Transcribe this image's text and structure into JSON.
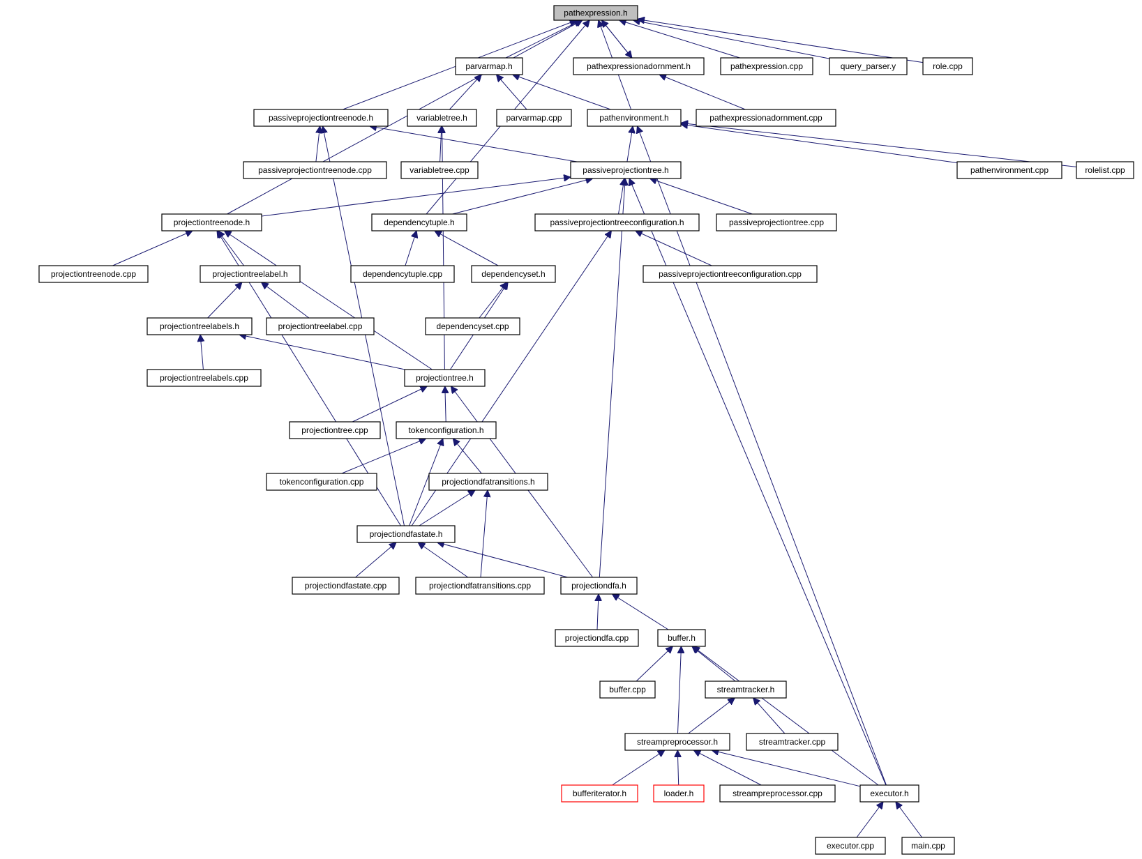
{
  "title": "",
  "colors": {
    "edge": "#191970",
    "root_fill": "#bfbfbf",
    "node_border": "#000000",
    "incomplete_border": "#ff0000"
  },
  "nodes": [
    {
      "id": "pathexpression_h",
      "label": "pathexpression.h",
      "style": "root"
    },
    {
      "id": "parvarmap_h",
      "label": "parvarmap.h"
    },
    {
      "id": "pathexpressionadornment_h",
      "label": "pathexpressionadornment.h"
    },
    {
      "id": "pathexpression_cpp",
      "label": "pathexpression.cpp"
    },
    {
      "id": "query_parser_y",
      "label": "query_parser.y"
    },
    {
      "id": "role_cpp",
      "label": "role.cpp"
    },
    {
      "id": "passiveprojectiontreenode_h",
      "label": "passiveprojectiontreenode.h"
    },
    {
      "id": "variabletree_h",
      "label": "variabletree.h"
    },
    {
      "id": "parvarmap_cpp",
      "label": "parvarmap.cpp"
    },
    {
      "id": "pathenvironment_h",
      "label": "pathenvironment.h"
    },
    {
      "id": "pathexpressionadornment_cpp",
      "label": "pathexpressionadornment.cpp"
    },
    {
      "id": "passiveprojectiontreenode_cpp",
      "label": "passiveprojectiontreenode.cpp"
    },
    {
      "id": "variabletree_cpp",
      "label": "variabletree.cpp"
    },
    {
      "id": "passiveprojectiontree_h",
      "label": "passiveprojectiontree.h"
    },
    {
      "id": "pathenvironment_cpp",
      "label": "pathenvironment.cpp"
    },
    {
      "id": "rolelist_cpp",
      "label": "rolelist.cpp"
    },
    {
      "id": "projectiontreenode_h",
      "label": "projectiontreenode.h"
    },
    {
      "id": "dependencytuple_h",
      "label": "dependencytuple.h"
    },
    {
      "id": "passiveprojectiontreeconfiguration_h",
      "label": "passiveprojectiontreeconfiguration.h"
    },
    {
      "id": "passiveprojectiontree_cpp",
      "label": "passiveprojectiontree.cpp"
    },
    {
      "id": "projectiontreenode_cpp",
      "label": "projectiontreenode.cpp"
    },
    {
      "id": "projectiontreelabel_h",
      "label": "projectiontreelabel.h"
    },
    {
      "id": "dependencytuple_cpp",
      "label": "dependencytuple.cpp"
    },
    {
      "id": "dependencyset_h",
      "label": "dependencyset.h"
    },
    {
      "id": "passiveprojectiontreeconfiguration_cpp",
      "label": "passiveprojectiontreeconfiguration.cpp"
    },
    {
      "id": "projectiontreelabels_h",
      "label": "projectiontreelabels.h"
    },
    {
      "id": "projectiontreelabel_cpp",
      "label": "projectiontreelabel.cpp"
    },
    {
      "id": "dependencyset_cpp",
      "label": "dependencyset.cpp"
    },
    {
      "id": "projectiontreelabels_cpp",
      "label": "projectiontreelabels.cpp"
    },
    {
      "id": "projectiontree_h",
      "label": "projectiontree.h"
    },
    {
      "id": "projectiontree_cpp",
      "label": "projectiontree.cpp"
    },
    {
      "id": "tokenconfiguration_h",
      "label": "tokenconfiguration.h"
    },
    {
      "id": "tokenconfiguration_cpp",
      "label": "tokenconfiguration.cpp"
    },
    {
      "id": "projectiondfatransitions_h",
      "label": "projectiondfatransitions.h"
    },
    {
      "id": "projectiondfastate_h",
      "label": "projectiondfastate.h"
    },
    {
      "id": "projectiondfastate_cpp",
      "label": "projectiondfastate.cpp"
    },
    {
      "id": "projectiondfatransitions_cpp",
      "label": "projectiondfatransitions.cpp"
    },
    {
      "id": "projectiondfa_h",
      "label": "projectiondfa.h"
    },
    {
      "id": "projectiondfa_cpp",
      "label": "projectiondfa.cpp"
    },
    {
      "id": "buffer_h",
      "label": "buffer.h"
    },
    {
      "id": "buffer_cpp",
      "label": "buffer.cpp"
    },
    {
      "id": "streamtracker_h",
      "label": "streamtracker.h"
    },
    {
      "id": "streampreprocessor_h",
      "label": "streampreprocessor.h"
    },
    {
      "id": "streamtracker_cpp",
      "label": "streamtracker.cpp"
    },
    {
      "id": "bufferiterator_h",
      "label": "bufferiterator.h",
      "style": "red"
    },
    {
      "id": "loader_h",
      "label": "loader.h",
      "style": "red"
    },
    {
      "id": "streampreprocessor_cpp",
      "label": "streampreprocessor.cpp"
    },
    {
      "id": "executor_h",
      "label": "executor.h"
    },
    {
      "id": "executor_cpp",
      "label": "executor.cpp"
    },
    {
      "id": "main_cpp",
      "label": "main.cpp"
    }
  ],
  "edges": [
    [
      "parvarmap_h",
      "pathexpression_h"
    ],
    [
      "pathexpressionadornment_h",
      "pathexpression_h"
    ],
    [
      "pathexpression_cpp",
      "pathexpression_h"
    ],
    [
      "query_parser_y",
      "pathexpression_h"
    ],
    [
      "role_cpp",
      "pathexpression_h"
    ],
    [
      "pathexpression_h",
      "pathexpressionadornment_h"
    ],
    [
      "passiveprojectiontreenode_h",
      "pathexpression_h"
    ],
    [
      "pathenvironment_h",
      "pathexpression_h"
    ],
    [
      "projectiontreenode_h",
      "pathexpression_h"
    ],
    [
      "dependencytuple_h",
      "pathexpression_h"
    ],
    [
      "variabletree_h",
      "parvarmap_h"
    ],
    [
      "parvarmap_cpp",
      "parvarmap_h"
    ],
    [
      "pathenvironment_h",
      "parvarmap_h"
    ],
    [
      "pathexpressionadornment_cpp",
      "pathexpressionadornment_h"
    ],
    [
      "passiveprojectiontreenode_cpp",
      "passiveprojectiontreenode_h"
    ],
    [
      "passiveprojectiontree_h",
      "passiveprojectiontreenode_h"
    ],
    [
      "projectiondfastate_h",
      "passiveprojectiontreenode_h"
    ],
    [
      "variabletree_cpp",
      "variabletree_h"
    ],
    [
      "projectiontree_h",
      "variabletree_h"
    ],
    [
      "passiveprojectiontree_h",
      "pathenvironment_h"
    ],
    [
      "pathenvironment_cpp",
      "pathenvironment_h"
    ],
    [
      "rolelist_cpp",
      "pathenvironment_h"
    ],
    [
      "executor_h",
      "pathenvironment_h"
    ],
    [
      "projectiontreenode_h",
      "passiveprojectiontree_h"
    ],
    [
      "dependencytuple_h",
      "passiveprojectiontree_h"
    ],
    [
      "passiveprojectiontreeconfiguration_h",
      "passiveprojectiontree_h"
    ],
    [
      "passiveprojectiontree_cpp",
      "passiveprojectiontree_h"
    ],
    [
      "projectiondfa_h",
      "passiveprojectiontree_h"
    ],
    [
      "executor_h",
      "passiveprojectiontree_h"
    ],
    [
      "projectiontreenode_cpp",
      "projectiontreenode_h"
    ],
    [
      "projectiontreelabel_h",
      "projectiontreenode_h"
    ],
    [
      "projectiontree_h",
      "projectiontreenode_h"
    ],
    [
      "projectiondfastate_h",
      "projectiontreenode_h"
    ],
    [
      "dependencytuple_cpp",
      "dependencytuple_h"
    ],
    [
      "dependencyset_h",
      "dependencytuple_h"
    ],
    [
      "passiveprojectiontreeconfiguration_cpp",
      "passiveprojectiontreeconfiguration_h"
    ],
    [
      "projectiondfastate_h",
      "passiveprojectiontreeconfiguration_h"
    ],
    [
      "projectiontreelabels_h",
      "projectiontreelabel_h"
    ],
    [
      "projectiontreelabel_cpp",
      "projectiontreelabel_h"
    ],
    [
      "dependencyset_cpp",
      "dependencyset_h"
    ],
    [
      "projectiontree_h",
      "dependencyset_h"
    ],
    [
      "projectiontreelabels_cpp",
      "projectiontreelabels_h"
    ],
    [
      "projectiontree_h",
      "projectiontreelabels_h"
    ],
    [
      "projectiontree_cpp",
      "projectiontree_h"
    ],
    [
      "tokenconfiguration_h",
      "projectiontree_h"
    ],
    [
      "projectiondfa_h",
      "projectiontree_h"
    ],
    [
      "tokenconfiguration_cpp",
      "tokenconfiguration_h"
    ],
    [
      "projectiondfatransitions_h",
      "tokenconfiguration_h"
    ],
    [
      "projectiondfastate_h",
      "tokenconfiguration_h"
    ],
    [
      "projectiondfastate_h",
      "projectiondfatransitions_h"
    ],
    [
      "projectiondfatransitions_cpp",
      "projectiondfatransitions_h"
    ],
    [
      "projectiondfastate_cpp",
      "projectiondfastate_h"
    ],
    [
      "projectiondfatransitions_cpp",
      "projectiondfastate_h"
    ],
    [
      "projectiondfa_h",
      "projectiondfastate_h"
    ],
    [
      "projectiondfa_cpp",
      "projectiondfa_h"
    ],
    [
      "buffer_h",
      "projectiondfa_h"
    ],
    [
      "buffer_cpp",
      "buffer_h"
    ],
    [
      "streamtracker_h",
      "buffer_h"
    ],
    [
      "streampreprocessor_h",
      "buffer_h"
    ],
    [
      "executor_h",
      "buffer_h"
    ],
    [
      "streampreprocessor_h",
      "streamtracker_h"
    ],
    [
      "streamtracker_cpp",
      "streamtracker_h"
    ],
    [
      "bufferiterator_h",
      "streampreprocessor_h"
    ],
    [
      "loader_h",
      "streampreprocessor_h"
    ],
    [
      "streampreprocessor_cpp",
      "streampreprocessor_h"
    ],
    [
      "executor_h",
      "streampreprocessor_h"
    ],
    [
      "executor_cpp",
      "executor_h"
    ],
    [
      "main_cpp",
      "executor_h"
    ]
  ]
}
